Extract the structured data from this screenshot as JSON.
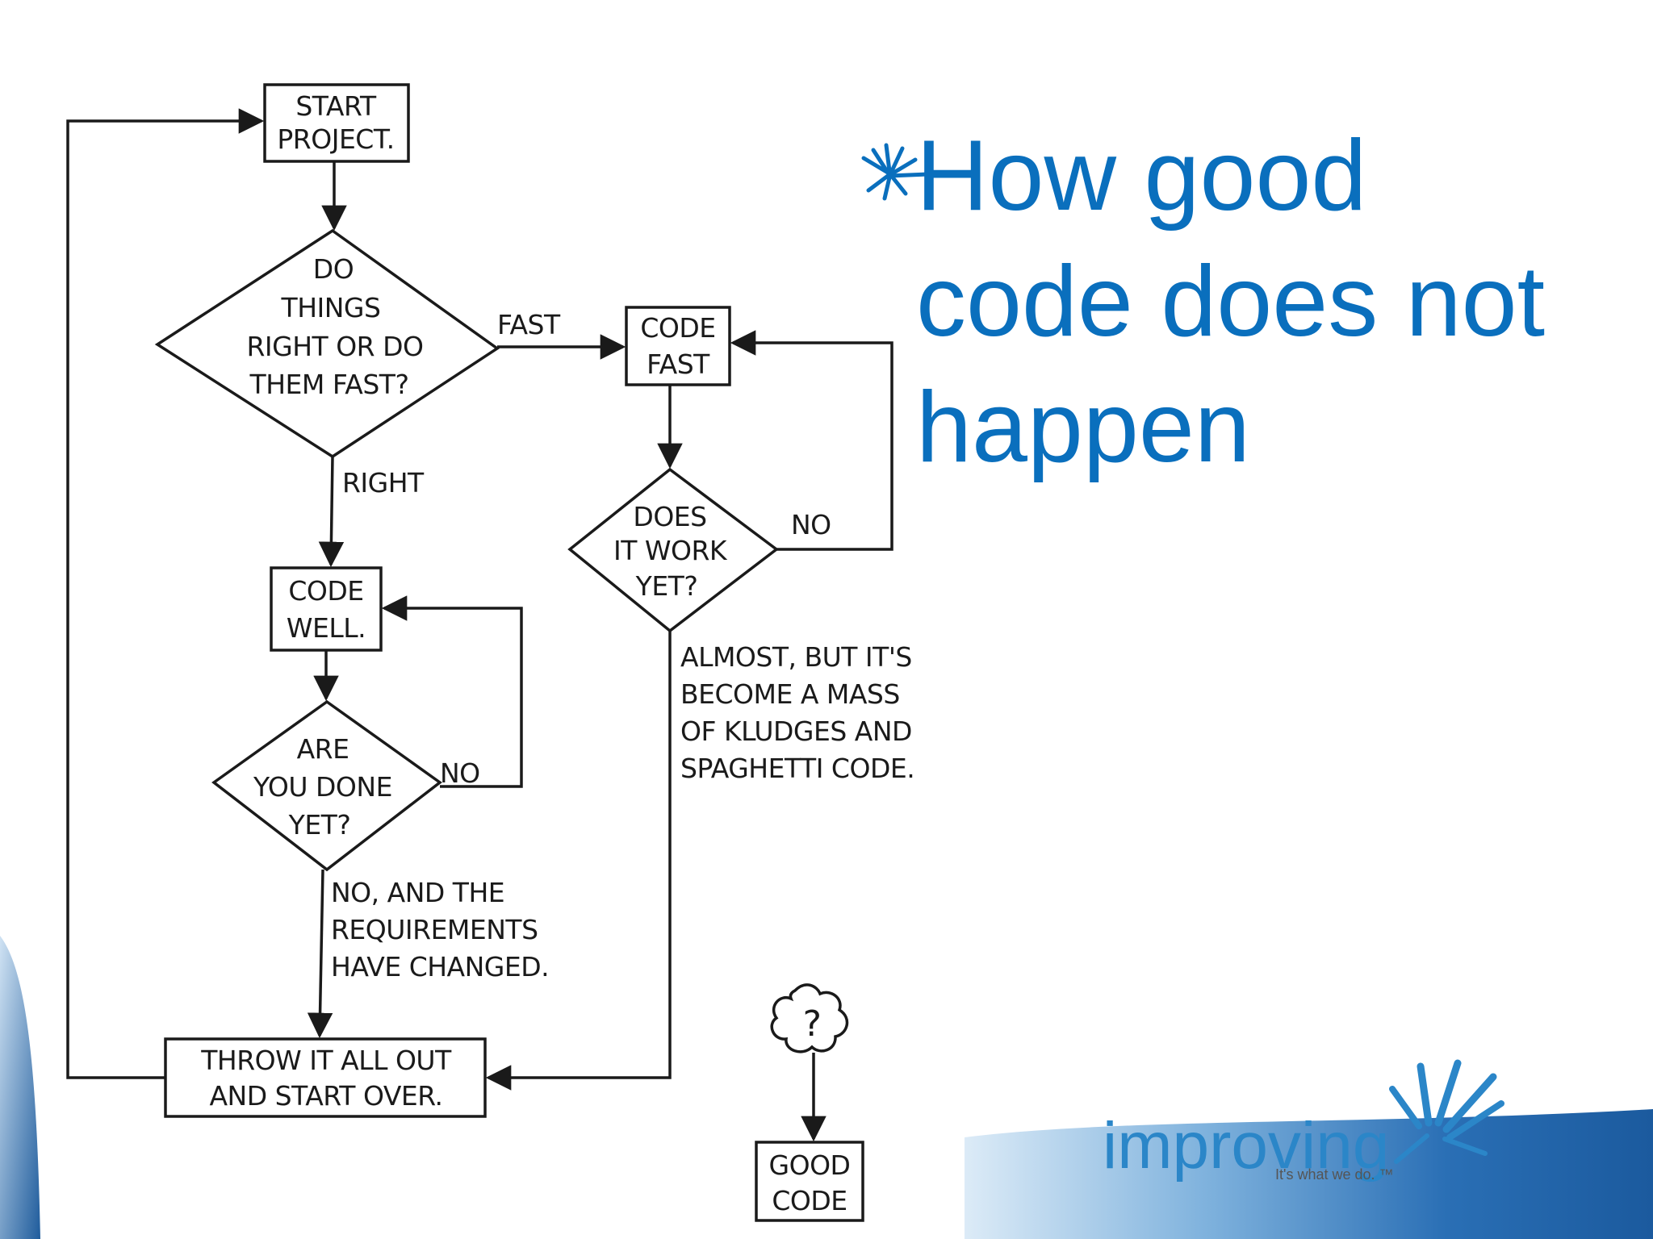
{
  "slide": {
    "title_lines": [
      "How good",
      "code does not",
      "happen"
    ],
    "bullet_icon": "starburst-bullet-icon",
    "title_color": "#0a6fbd"
  },
  "flowchart": {
    "nodes": {
      "start": [
        "START",
        "PROJECT."
      ],
      "decide": [
        "DO",
        "THINGS",
        "RIGHT OR DO",
        "THEM FAST?"
      ],
      "code_fast": [
        "CODE",
        "FAST"
      ],
      "works": [
        "DOES",
        "IT WORK",
        "YET?"
      ],
      "code_well": [
        "CODE",
        "WELL."
      ],
      "done": [
        "ARE",
        "YOU DONE",
        "YET?"
      ],
      "throw": [
        "THROW IT ALL OUT",
        "AND START OVER."
      ],
      "cloud": "?",
      "good": [
        "GOOD",
        "CODE"
      ]
    },
    "edge_labels": {
      "fast": "FAST",
      "right": "RIGHT",
      "works_no": "NO",
      "done_no": "NO",
      "almost": [
        "ALMOST, BUT IT'S",
        "BECOME A MASS",
        "OF KLUDGES AND",
        "SPAGHETTI CODE."
      ],
      "changed": [
        "NO, AND THE",
        "REQUIREMENTS",
        "HAVE CHANGED."
      ]
    }
  },
  "logo": {
    "wordmark": "improving",
    "tagline": "It's what we do. ™",
    "brand_color": "#2b86c8"
  }
}
